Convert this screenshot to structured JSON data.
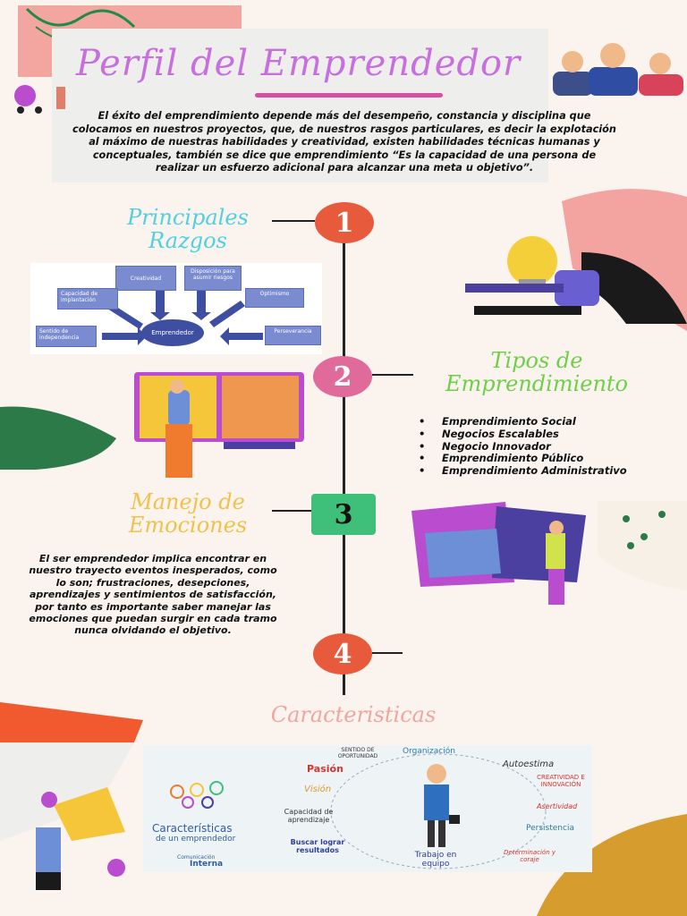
{
  "header": {
    "title": "Perfil del Emprendedor",
    "intro": "El éxito del emprendimiento depende más del desempeño, constancia y disciplina que colocamos en nuestros proyectos, que, de nuestros rasgos particulares, es decir la explotación al máximo de nuestras habilidades y creatividad, existen habilidades técnicas humanas y conceptuales, también se dice que emprendimiento “Es la capacidad de una persona de realizar un esfuerzo adicional para alcanzar una meta u objetivo”."
  },
  "steps": [
    "1",
    "2",
    "3",
    "4"
  ],
  "rasgos": {
    "heading": [
      "Principales",
      "Razgos"
    ],
    "diagram": {
      "center": "Emprendedor",
      "traits": {
        "creatividad": "Creatividad",
        "disposicion": "Disposición para asumir riesgos",
        "capacidad": "Capacidad de implantación",
        "optimismo": "Optimismo",
        "sentido": "Sentido de independencia",
        "perseverancia": "Perseverancia"
      }
    }
  },
  "tipos": {
    "heading": [
      "Tipos de",
      "Emprendimiento"
    ],
    "items": [
      "Emprendimiento Social",
      "Negocios Escalables",
      "Negocio Innovador",
      "Emprendimiento Público",
      "Emprendimiento Administrativo"
    ]
  },
  "emociones": {
    "heading": [
      "Manejo de",
      "Emociones"
    ],
    "text": "El ser emprendedor implica encontrar en nuestro trayecto eventos inesperados, como lo son; frustraciones, desepciones, aprendizajes y sentimientos de satisfacción, por tanto es importante saber manejar las emociones que puedan surgir en cada tramo nunca olvidando el objetivo."
  },
  "caracteristicas": {
    "heading": "Caracteristicas",
    "image": {
      "title_line1": "Características",
      "title_line2": "de un emprendedor",
      "brand_top": "Comunicación",
      "brand_bottom": "Interna",
      "labels": {
        "sentido": "SENTIDO DE OPORTUNIDAD",
        "organizacion": "Organización",
        "autoestima": "Autoestima",
        "pasion": "Pasión",
        "vision": "Visión",
        "creatividad": "CREATIVIDAD E INNOVACIÓN",
        "asertividad": "Asertividad",
        "capacidad": "Capacidad de aprendizaje",
        "persistencia": "Persistencia",
        "buscar": "Buscar lograr resultados",
        "trabajo": "Trabajo en equipo",
        "determinacion": "Determinación y coraje"
      }
    }
  },
  "colors": {
    "background": "#faf3ee",
    "title": "#c86fe0",
    "rasgos_heading": "#4fd1e0",
    "tipos_heading": "#6fcf4a",
    "emociones_heading": "#f2c14a",
    "carac_heading": "#f0a6a0",
    "step1": "#e85a3c",
    "step2": "#e06a9a",
    "step3": "#3fc07a",
    "step4": "#e85a3c"
  }
}
